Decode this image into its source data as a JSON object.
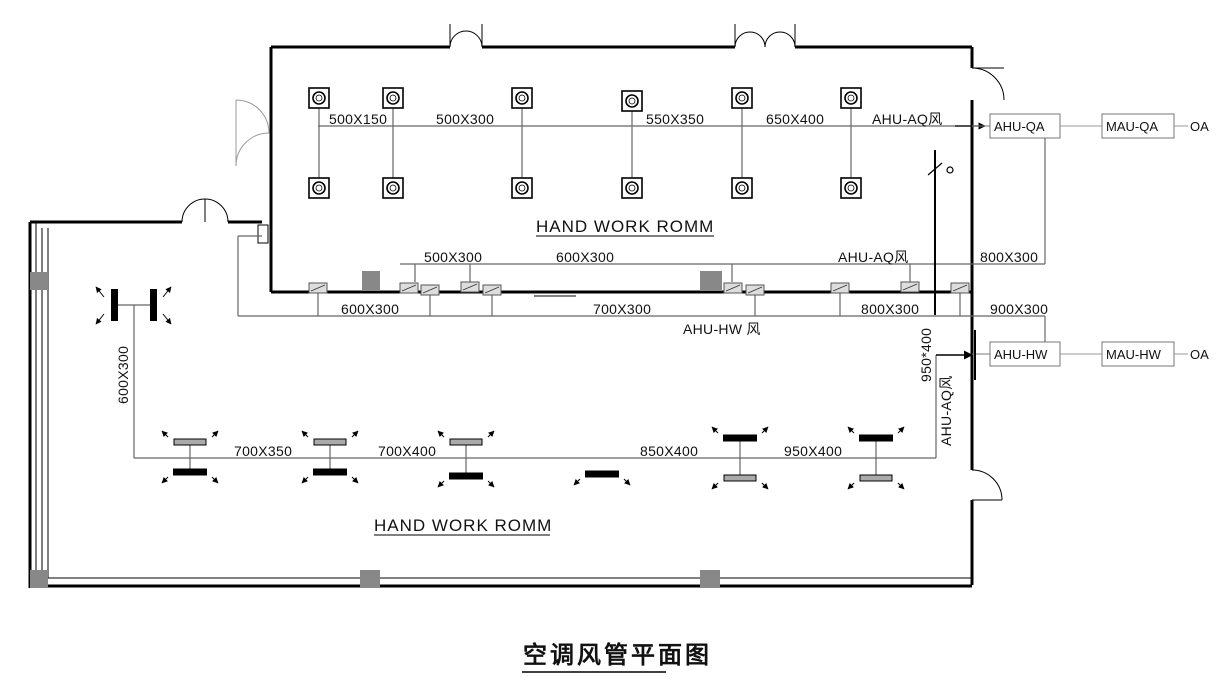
{
  "drawing": {
    "title": "空调风管平面图",
    "upper_room_label": "HAND WORK ROMM",
    "lower_room_label": "HAND WORK ROMM"
  },
  "units": {
    "ahu_qa": "AHU-QA",
    "mau_qa": "MAU-QA",
    "oa_top": "OA",
    "ahu_hw": "AHU-HW",
    "mau_hw": "MAU-HW",
    "oa_bottom": "OA"
  },
  "annotations": {
    "ahu_aq_top": "AHU-AQ风",
    "ahu_aq_mid": "AHU-AQ风",
    "ahu_hw_label": "AHU-HW 风",
    "ahu_aq_vertical": "AHU-AQ风"
  },
  "duct_sizes": {
    "top_1": "500X150",
    "top_2": "500X300",
    "top_3": "550X350",
    "top_4": "650X400",
    "mid_1": "500X300",
    "mid_2": "600X300",
    "mid_3": "800X300",
    "low_1": "600X300",
    "low_2": "700X300",
    "low_3": "800X300",
    "low_4": "900X300",
    "vertical_riser": "950*400",
    "left_vertical": "600X300",
    "bottom_1": "700X350",
    "bottom_2": "700X400",
    "bottom_3": "850X400",
    "bottom_4": "950X400"
  }
}
